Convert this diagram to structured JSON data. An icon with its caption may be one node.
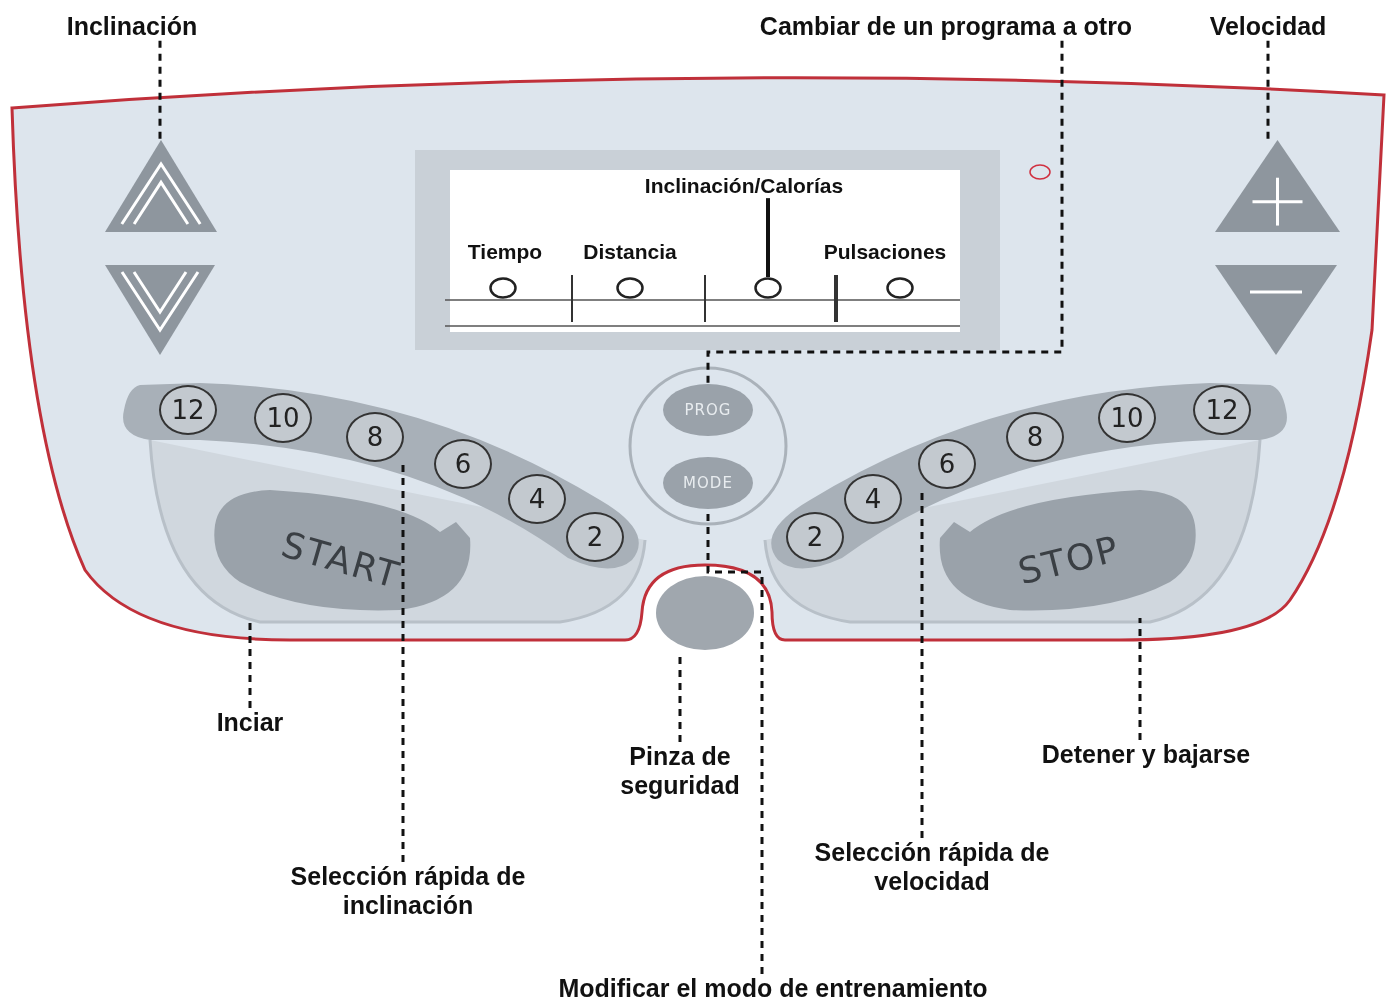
{
  "diagram": {
    "nodes": [
      {
        "text": [
          "Inclinación"
        ]
      },
      {
        "text": [
          "Cambiar de un programa a otro"
        ]
      },
      {
        "text": [
          "Velocidad"
        ]
      },
      {
        "text": [],
        "shape": "triangle"
      },
      {
        "text": [],
        "shape": "triangle"
      },
      {
        "text": [
          "Tiempo",
          "Distancia",
          "Pulsaciones"
        ]
      },
      {
        "text": [
          "Inclinación/Calorías"
        ],
        "in": 5
      },
      {
        "text": [],
        "shape": "circle",
        "in": 5
      },
      {
        "text": [],
        "shape": "circle",
        "in": 5
      },
      {
        "text": [],
        "shape": "circle",
        "in": 5
      },
      {
        "text": [],
        "shape": "circle",
        "in": 5
      },
      {
        "text": [
          "PROG"
        ]
      },
      {
        "text": [
          "MODE"
        ]
      },
      {
        "text": [
          "12"
        ]
      },
      {
        "text": [
          "10"
        ]
      },
      {
        "text": [
          "8"
        ]
      },
      {
        "text": [
          "6"
        ]
      },
      {
        "text": [
          "4"
        ]
      },
      {
        "text": [
          "2"
        ]
      },
      {
        "text": [
          "START"
        ]
      },
      {
        "text": [
          "2"
        ]
      },
      {
        "text": [
          "4"
        ]
      },
      {
        "text": [
          "6"
        ]
      },
      {
        "text": [
          "8"
        ]
      },
      {
        "text": [
          "10"
        ]
      },
      {
        "text": [
          "12"
        ]
      },
      {
        "text": [
          "STOP"
        ]
      },
      {
        "text": [],
        "shape": "circle"
      },
      {
        "text": [
          "Inciar"
        ]
      },
      {
        "text": [
          "Selección rápida de inclinación"
        ]
      },
      {
        "text": [
          "Pinza de seguridad"
        ]
      },
      {
        "text": [
          "Selección rápida de velocidad"
        ]
      },
      {
        "text": [
          "Detener y bajarse"
        ]
      },
      {
        "text": [
          "Modificar el modo de entrenamiento"
        ]
      }
    ],
    "edges": [
      {
        "from": 0,
        "to": 3,
        "arrow": "none",
        "style": "dashed"
      },
      {
        "from": 1,
        "to": 11,
        "arrow": "none",
        "style": "dashed"
      },
      {
        "from": 2,
        "to": 4,
        "arrow": "none",
        "style": "dashed"
      },
      {
        "from": 6,
        "to": 9,
        "arrow": "none"
      },
      {
        "from": 33,
        "to": 12,
        "arrow": "none",
        "style": "dashed"
      },
      {
        "from": 30,
        "to": 27,
        "arrow": "none",
        "style": "dashed"
      },
      {
        "from": 28,
        "to": 19,
        "arrow": "none",
        "style": "dashed"
      },
      {
        "from": 29,
        "to": 15,
        "arrow": "none",
        "style": "dashed"
      },
      {
        "from": 31,
        "to": 22,
        "arrow": "none",
        "style": "dashed"
      },
      {
        "from": 32,
        "to": 26,
        "arrow": "none",
        "style": "dashed"
      }
    ]
  }
}
